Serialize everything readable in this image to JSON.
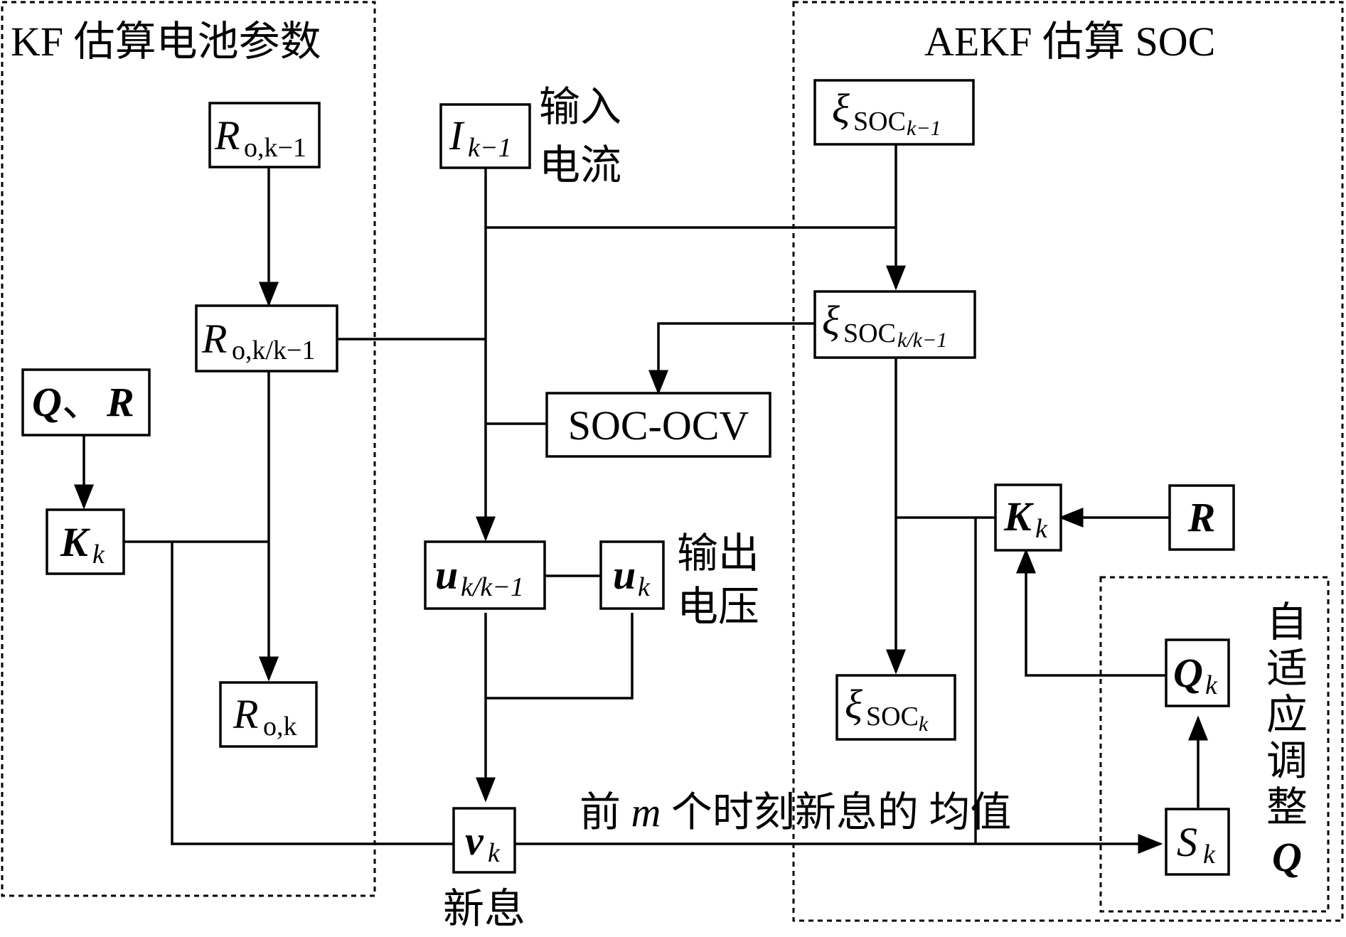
{
  "groups": {
    "kf_title": "KF 估算电池参数",
    "aekf_title": "AEKF 估算 SOC",
    "adaptive_title": [
      "自",
      "适",
      "应",
      "调",
      "整"
    ],
    "adaptive_q": "Q"
  },
  "nodes": {
    "r_prev": {
      "main": "R",
      "sub": "o,k−1"
    },
    "r_pred": {
      "main": "R",
      "sub": "o,k/k−1"
    },
    "r_curr": {
      "main": "R",
      "sub": "o,k"
    },
    "qr": {
      "q": "Q",
      "sep": "、",
      "r": "R"
    },
    "k_kf": {
      "main": "K",
      "sub": "k"
    },
    "i_prev": {
      "main": "I",
      "sub": "k−1"
    },
    "soc_ocv": "SOC-OCV",
    "u_pred": {
      "main": "u",
      "sub": "k/k−1"
    },
    "u_meas": {
      "main": "u",
      "sub": "k"
    },
    "v": {
      "main": "v",
      "sub": "k"
    },
    "xi_prev": {
      "main": "ξ",
      "sub": "SOC",
      "subsub": "k−1"
    },
    "xi_pred": {
      "main": "ξ",
      "sub": "SOC",
      "subsub": "k/k−1"
    },
    "xi_curr": {
      "main": "ξ",
      "sub": "SOC",
      "subsub": "k"
    },
    "k_aekf": {
      "main": "K",
      "sub": "k"
    },
    "r_aekf": "R",
    "q_k": {
      "main": "Q",
      "sub": "k"
    },
    "s_k": {
      "main": "S",
      "sub": "k"
    }
  },
  "labels": {
    "input_current": [
      "输入",
      "电流"
    ],
    "output_voltage": [
      "输出",
      "电压"
    ],
    "innovation": "新息",
    "mean_innovation": {
      "pre": "前 ",
      "m": "m",
      "post": " 个时刻新息的 均值"
    }
  }
}
